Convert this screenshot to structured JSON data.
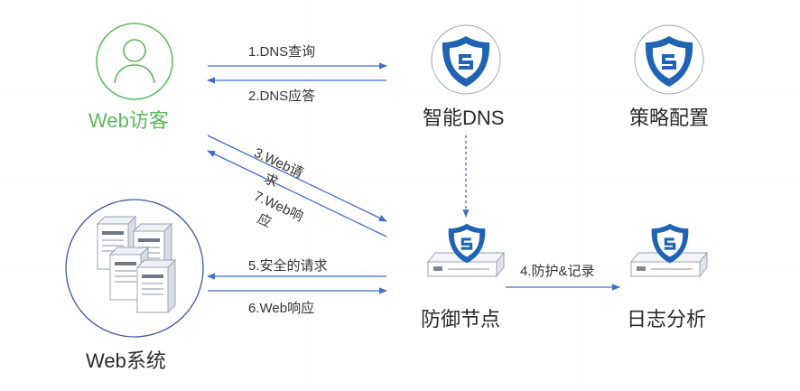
{
  "colors": {
    "visitor_green": "#5cb85c",
    "shield_blue": "#1f63b5",
    "arrow_blue": "#3f6fc6",
    "server_ring": "#3a5a9c",
    "text": "#333333",
    "grid_dot": "#e4e8ee"
  },
  "nodes": {
    "visitor": {
      "label": "Web访客",
      "icon": "user-icon"
    },
    "smart_dns": {
      "label": "智能DNS",
      "icon": "shield-icon"
    },
    "policy": {
      "label": "策略配置",
      "icon": "shield-icon"
    },
    "web_system": {
      "label": "Web系统",
      "icon": "servers-icon"
    },
    "defense_node": {
      "label": "防御节点",
      "icon": "shield-server-icon"
    },
    "log_analysis": {
      "label": "日志分析",
      "icon": "shield-server-icon"
    }
  },
  "edges": {
    "dns_query": "1.DNS查询",
    "dns_answer": "2.DNS应答",
    "web_request": "3.Web请求",
    "web_request_part1": "3.Web请",
    "web_request_part2": "求",
    "web_response": "7.Web响应",
    "web_response_part1": "7.Web响",
    "web_response_part2": "应",
    "protect_record": "4.防护&记录",
    "safe_request": "5.安全的请求",
    "web_response_6": "6.Web响应"
  }
}
